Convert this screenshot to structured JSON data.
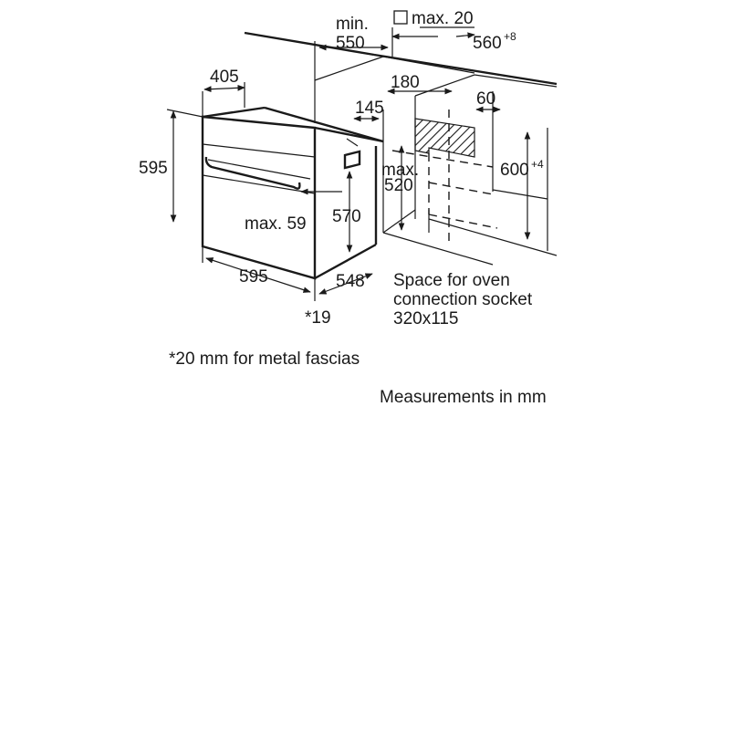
{
  "dimensions": {
    "min_label": "min.",
    "min_value": "550",
    "max20_label": "max. 20",
    "cutout_width": "560",
    "cutout_width_tolerance": "+8",
    "cabinet_depth": "405",
    "d180": "180",
    "d60": "60",
    "d145": "145",
    "max_label": "max.",
    "max_520": "520",
    "cutout_height": "600",
    "cutout_height_tolerance": "+4",
    "height_595": "595",
    "max59": "max. 59",
    "d570": "570",
    "width_595": "595",
    "depth_548": "548",
    "fascia": "*19"
  },
  "socket_note": {
    "line1": "Space for oven",
    "line2": "connection socket",
    "line3": "320x115"
  },
  "footnote": "*20 mm for metal fascias",
  "units_note": "Measurements in mm"
}
